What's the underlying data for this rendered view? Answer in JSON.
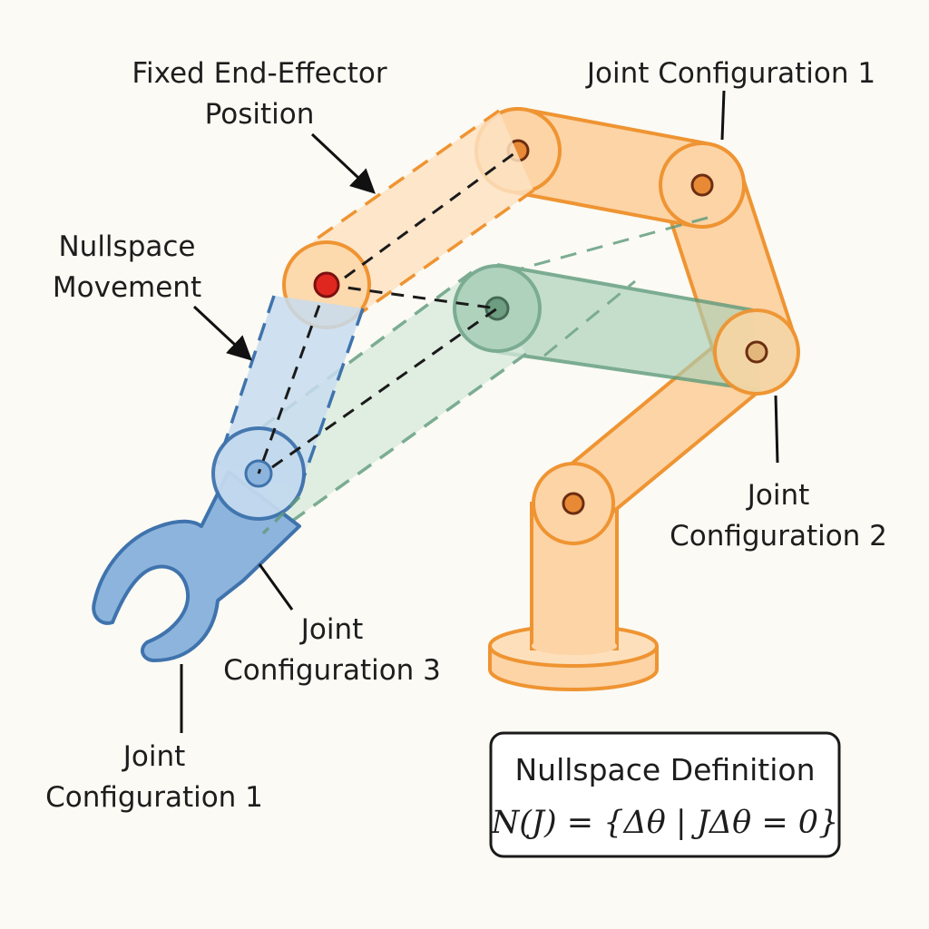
{
  "labels": {
    "fixed_end_effector_line1": "Fixed End-Effector",
    "fixed_end_effector_line2": "Position",
    "joint_config_1_top": "Joint Configuration 1",
    "nullspace_movement_line1": "Nullspace",
    "nullspace_movement_line2": "Movement",
    "joint_config_2_line1": "Joint",
    "joint_config_2_line2": "Configuration 2",
    "joint_config_3_line1": "Joint",
    "joint_config_3_line2": "Configuration 3",
    "joint_config_1_bottom_line1": "Joint",
    "joint_config_1_bottom_line2": "Configuration 1"
  },
  "definition": {
    "title": "Nullspace Definition",
    "formula": "N(J) = {Δθ | JΔθ = 0}"
  },
  "colors": {
    "background": "#fbfaf4",
    "orange_fill": "#fcd4a6",
    "orange_stroke": "#ef9432",
    "green_fill": "#a9cfb8",
    "green_stroke": "#5f9b7c",
    "blue_fill": "#a9c8e8",
    "blue_stroke": "#3f73ad",
    "end_effector_red": "#e0271f"
  }
}
